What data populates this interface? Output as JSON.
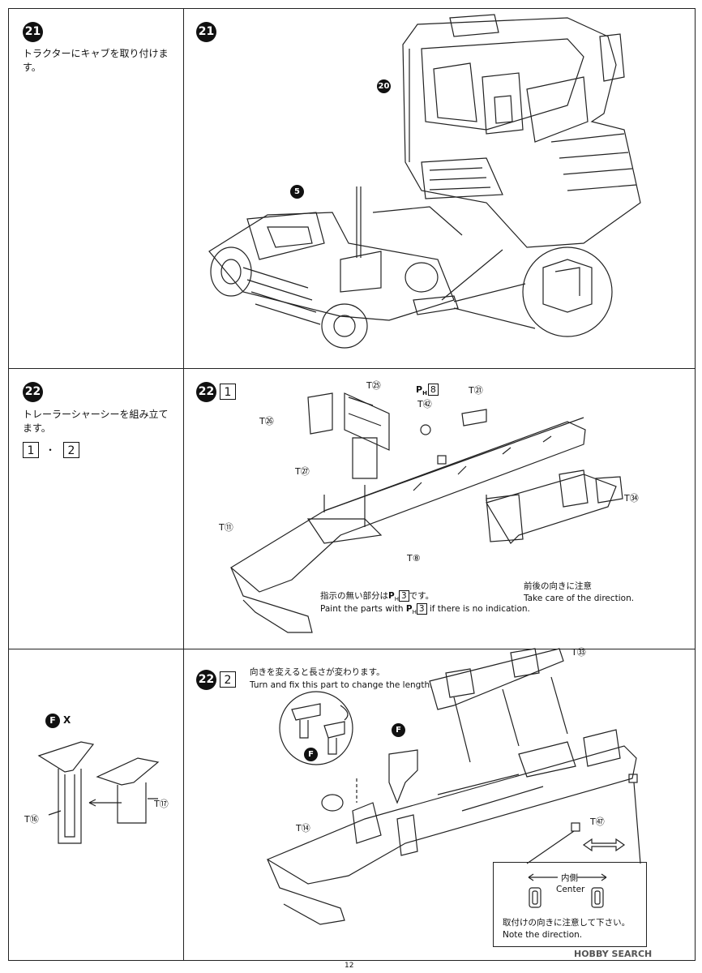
{
  "step21": {
    "number": "21",
    "text": "トラクターにキャブを取り付けます。",
    "callout_cab": "20",
    "callout_chassis": "5"
  },
  "step22": {
    "number": "22",
    "text": "トレーラーシャーシーを組み立てます。",
    "sub1": "1",
    "dot": "・",
    "sub2": "2"
  },
  "step22_1": {
    "number": "22",
    "sub": "1",
    "labels": {
      "t25": "T㉕",
      "ph8_prefix": "P",
      "ph8_sub": "H",
      "ph8_num": "8",
      "t42": "T㊷",
      "t21": "T㉑",
      "t26": "T㉖",
      "t27": "T㉗",
      "t34": "T㉞",
      "t11": "T⑪",
      "t8": "T⑧"
    },
    "note_jp_a": "指示の無い部分は",
    "note_jp_b": "です。",
    "note_ph": "3",
    "note_en_a": "Paint the parts with",
    "note_en_b": "if there is no indication.",
    "direction_jp": "前後の向きに注意",
    "direction_en": "Take care of the direction."
  },
  "step22_2": {
    "number": "22",
    "sub": "2",
    "note_jp": "向きを変えると長さが変わります。",
    "note_en": "Turn and fix this part to change the length.",
    "labels": {
      "t33": "T㉝",
      "t14": "T⑭",
      "t67": "T㊼",
      "f1": "F",
      "f2": "F"
    },
    "inset_title_jp": "内側",
    "inset_title_en": "Center",
    "inset_note_jp": "取付けの向きに注意して下さい。",
    "inset_note_en": "Note the direction."
  },
  "left_detail": {
    "f_label": "F",
    "x_mark": "X",
    "t16": "T⑯",
    "t17": "T⑰"
  },
  "page_number": "12",
  "watermark": "HOBBY SEARCH"
}
